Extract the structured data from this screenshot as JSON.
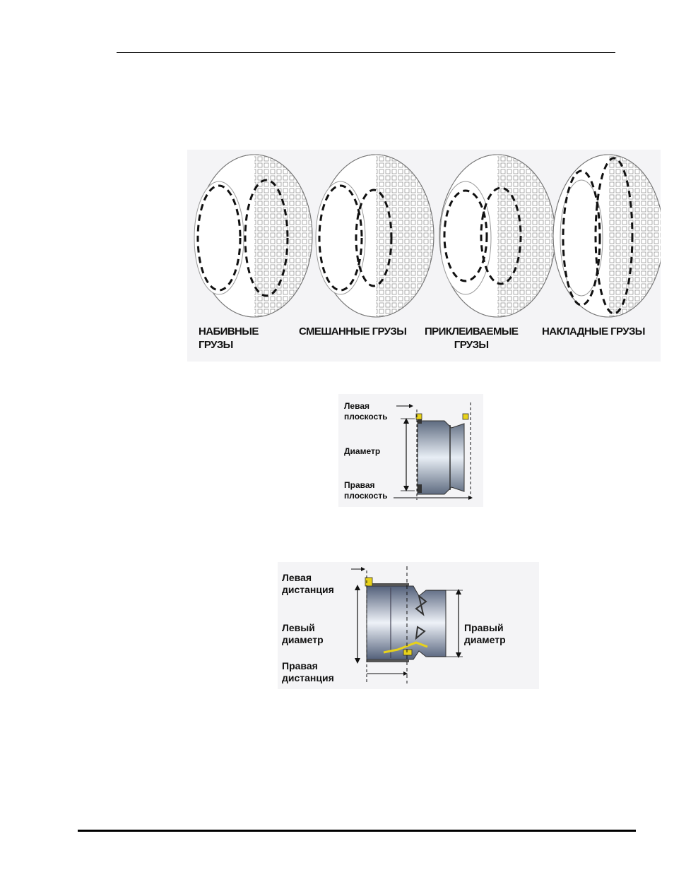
{
  "tire_figure": {
    "labels": [
      {
        "line1": "НАБИВНЫЕ",
        "line2": "ГРУЗЫ"
      },
      {
        "line1": "СМЕШАННЫЕ ГРУЗЫ",
        "line2": ""
      },
      {
        "line1": "ПРИКЛЕИВАЕМЫЕ",
        "line2": "ГРУЗЫ"
      },
      {
        "line1": "НАКЛАДНЫЕ ГРУЗЫ",
        "line2": ""
      }
    ]
  },
  "rim_figure_1": {
    "left_plane": {
      "line1": "Левая",
      "line2": "плоскость"
    },
    "diameter": "Диаметр",
    "right_plane": {
      "line1": "Правая",
      "line2": "плоскость"
    }
  },
  "rim_figure_2": {
    "left_distance": {
      "line1": "Левая",
      "line2": "дистанция"
    },
    "left_diameter": {
      "line1": "Левый",
      "line2": "диаметр"
    },
    "right_distance": {
      "line1": "Правая",
      "line2": "дистанция"
    },
    "right_diameter": {
      "line1": "Правый",
      "line2": "диаметр"
    }
  },
  "colors": {
    "weight_marker": "#e8d21a",
    "rim_steel": "#9fb0c4"
  }
}
